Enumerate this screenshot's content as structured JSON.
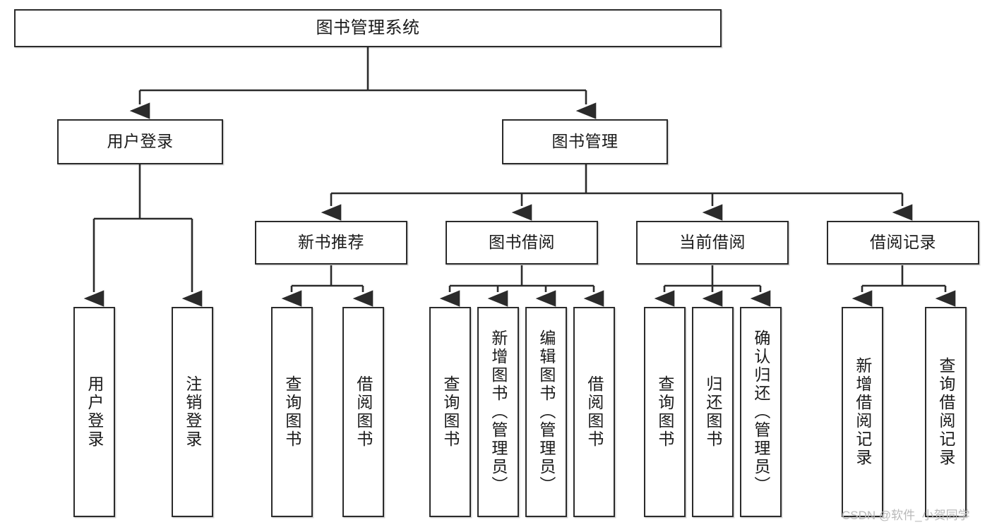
{
  "diagram": {
    "title": "图书管理系统",
    "type": "hierarchy-tree",
    "orientation": "top-down",
    "colors": {
      "box_border": "#2b2b2b",
      "box_fill": "#ffffff",
      "connector": "#2b2b2b",
      "text": "#1a1a1a",
      "watermark": "#b9b9b9"
    },
    "levels": {
      "root": {
        "label": "图书管理系统"
      },
      "level2": [
        {
          "id": "user-login",
          "label": "用户登录"
        },
        {
          "id": "book-management",
          "label": "图书管理"
        }
      ],
      "level3": [
        {
          "id": "new-book-recommend",
          "label": "新书推荐"
        },
        {
          "id": "book-borrow",
          "label": "图书借阅"
        },
        {
          "id": "current-borrow",
          "label": "当前借阅"
        },
        {
          "id": "borrow-record",
          "label": "借阅记录"
        }
      ],
      "leaves": [
        {
          "id": "leaf-user-login",
          "label": "用户登录",
          "parent": "user-login"
        },
        {
          "id": "leaf-logout-login",
          "label": "注销登录",
          "parent": "user-login"
        },
        {
          "id": "leaf-query-book-1",
          "label": "查询图书",
          "parent": "new-book-recommend"
        },
        {
          "id": "leaf-borrow-book-1",
          "label": "借阅图书",
          "parent": "new-book-recommend"
        },
        {
          "id": "leaf-query-book-2",
          "label": "查询图书",
          "parent": "book-borrow"
        },
        {
          "id": "leaf-add-book",
          "label": "新增图书（管理员）",
          "parent": "book-borrow"
        },
        {
          "id": "leaf-edit-book",
          "label": "编辑图书（管理员）",
          "parent": "book-borrow"
        },
        {
          "id": "leaf-borrow-book-2",
          "label": "借阅图书",
          "parent": "book-borrow"
        },
        {
          "id": "leaf-query-book-3",
          "label": "查询图书",
          "parent": "current-borrow"
        },
        {
          "id": "leaf-return-book",
          "label": "归还图书",
          "parent": "current-borrow"
        },
        {
          "id": "leaf-confirm-return",
          "label": "确认归还（管理员）",
          "parent": "current-borrow"
        },
        {
          "id": "leaf-add-record",
          "label": "新增借阅记录",
          "parent": "borrow-record"
        },
        {
          "id": "leaf-query-record",
          "label": "查询借阅记录",
          "parent": "borrow-record"
        }
      ]
    },
    "watermark": "CSDN @软件_小贺同学"
  }
}
